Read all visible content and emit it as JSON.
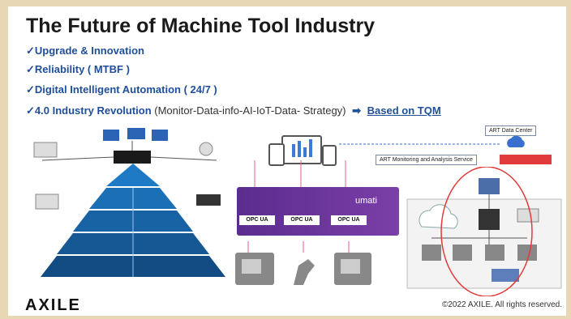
{
  "slide": {
    "title": "The Future of Machine Tool Industry",
    "bullets": [
      "✓Upgrade & Innovation",
      "✓Reliability ( MTBF )",
      "✓Digital Intelligent Automation ( 24/7 )"
    ],
    "bullet4": {
      "lead": "✓4.0 Industry Revolution",
      "note": "(Monitor-Data-info-AI-IoT-Data- Strategy)",
      "arrow": "➡",
      "link": "Based on TQM"
    },
    "labels": {
      "data_center": "ART Data Center",
      "monitoring": "ART Monitoring and Analysis Service"
    },
    "umati": "umati",
    "opc": [
      "OPC UA",
      "OPC UA",
      "OPC UA"
    ],
    "footer": "©2022 AXILE. All rights reserved.",
    "logo": "AXILE"
  },
  "colors": {
    "title": "#1a1a1a",
    "bullet_blue": "#1f4e9a",
    "umati_purple": "#6a35a0",
    "pyramid_blue": "#1f6fb4",
    "highlight_red": "#e23b3b"
  }
}
